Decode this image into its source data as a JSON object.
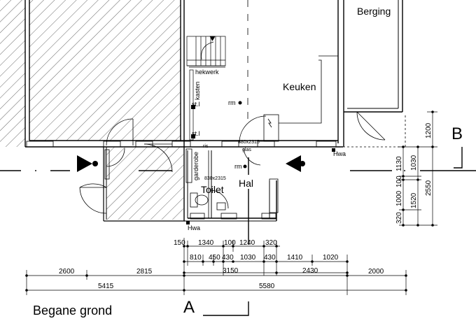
{
  "rooms": {
    "berging": "Berging",
    "keuken": "Keuken",
    "toilet": "Toilet",
    "hal": "Hal"
  },
  "annotations": {
    "hekwerk": "hekwerk",
    "kasten": "kasten",
    "garderobe": "garderobe",
    "rm_keuken": "rm",
    "rm_hal": "rm",
    "st_1": "st.l",
    "st_2": "st.l",
    "hwa_keuken": "Hwa",
    "hwa_toilet": "Hwa",
    "glas": "glas",
    "ris": "ris",
    "door_hal": "880x2315",
    "door_toilet": "830x2315"
  },
  "section_marks": {
    "a": "A",
    "b": "B"
  },
  "title": "Begane grond",
  "dimensions": {
    "row1": [
      "150",
      "1340",
      "100",
      "1240",
      "320"
    ],
    "row2": [
      "810",
      "450",
      "430",
      "1030",
      "430",
      "1410",
      "1020"
    ],
    "row3": [
      "3150",
      "2430"
    ],
    "row4": [
      "2600",
      "2815",
      "2000"
    ],
    "row5": [
      "5415",
      "5580"
    ],
    "right_inner": [
      "1130",
      "100",
      "1000",
      "320"
    ],
    "right_mid": [
      "1030",
      "1520"
    ],
    "right_outer": [
      "1200",
      "2550"
    ]
  }
}
